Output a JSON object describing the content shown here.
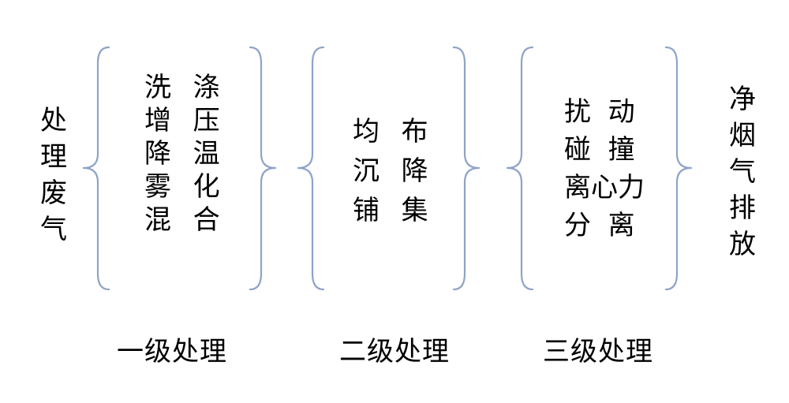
{
  "input": {
    "label": "处理废气",
    "chars": [
      "处",
      "理",
      "废",
      "气"
    ]
  },
  "output": {
    "label": "净烟气排放",
    "chars": [
      "净",
      "烟",
      "气",
      "排",
      "放"
    ]
  },
  "stages": [
    {
      "name": "一级处理",
      "lines": [
        "洗  涤",
        "增  压",
        "降  温",
        "雾  化",
        "混  合"
      ]
    },
    {
      "name": "二级处理",
      "lines": [
        "均  布",
        "沉  降",
        "铺  集"
      ]
    },
    {
      "name": "三级处理",
      "lines": [
        "扰  动",
        "碰  撞",
        "离心力",
        "分  离"
      ]
    }
  ]
}
